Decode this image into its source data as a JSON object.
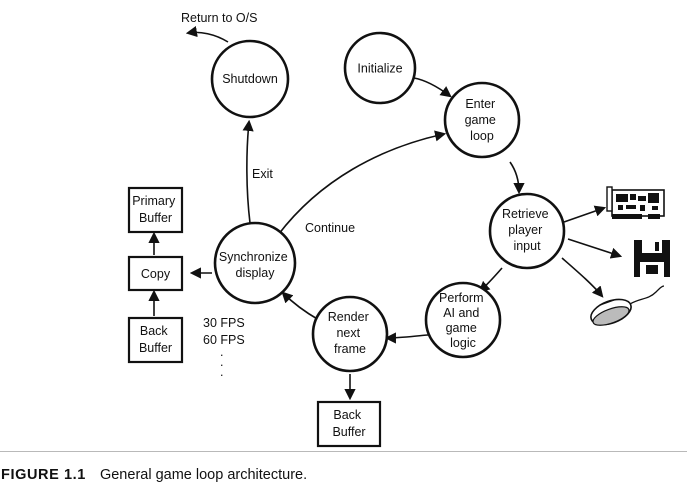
{
  "nodes": {
    "initialize": [
      "Initialize"
    ],
    "enter_game_loop": [
      "Enter",
      "game",
      "loop"
    ],
    "retrieve_input": [
      "Retrieve",
      "player",
      "input"
    ],
    "perform_ai": [
      "Perform",
      "AI and",
      "game",
      "logic"
    ],
    "render": [
      "Render",
      "next",
      "frame"
    ],
    "synchronize": [
      "Synchronize",
      "display"
    ],
    "shutdown": [
      "Shutdown"
    ]
  },
  "boxes": {
    "primary_buffer": [
      "Primary",
      "Buffer"
    ],
    "copy": [
      "Copy"
    ],
    "back_buffer_left": [
      "Back",
      "Buffer"
    ],
    "back_buffer_bottom": [
      "Back",
      "Buffer"
    ]
  },
  "labels": {
    "return_os": "Return to O/S",
    "exit": "Exit",
    "continue": "Continue",
    "fps_30": "30 FPS",
    "fps_60": "60 FPS",
    "ellipsis": [
      ".",
      ".",
      "."
    ]
  },
  "icons": [
    "network-card-icon",
    "floppy-disk-icon",
    "mouse-icon"
  ],
  "caption": {
    "figure": "FIGURE 1.1",
    "text": "General game loop architecture."
  }
}
